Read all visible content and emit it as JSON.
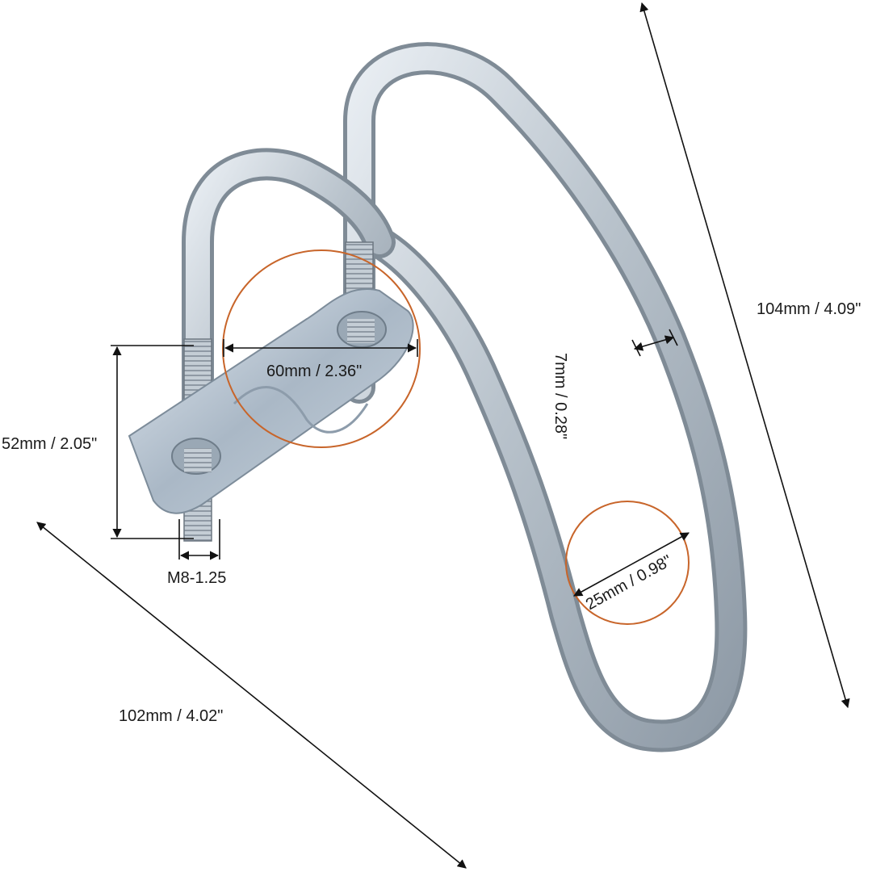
{
  "product": {
    "name": "U-bolt bracket hook",
    "material_color": "#bcc6cf",
    "callout_color": "#c8652a",
    "dimension_line_color": "#111111"
  },
  "dimensions": {
    "height": "104mm / 4.09\"",
    "length": "102mm / 4.02\"",
    "bolt_length": "52mm / 2.05\"",
    "plate_width": "60mm / 2.36\"",
    "rod_diameter": "7mm / 0.28\"",
    "loop_gap": "25mm / 0.98\"",
    "thread": "M8-1.25"
  }
}
